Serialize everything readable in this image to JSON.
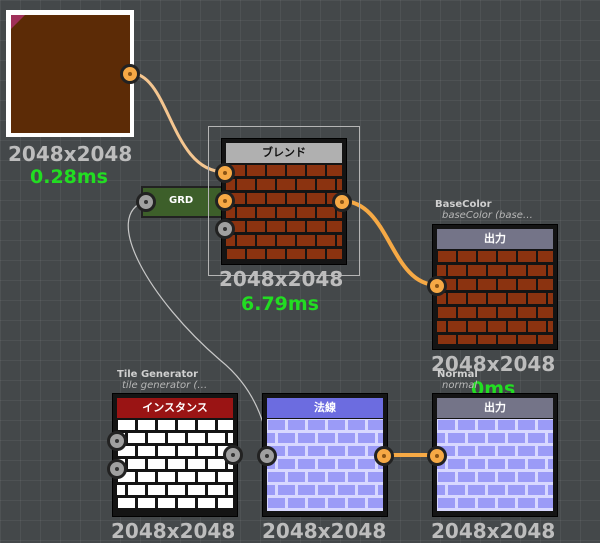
{
  "colors": {
    "canvas": "#44484a",
    "port_orange": "#f6a945",
    "port_gray": "#a0a0a0",
    "wire_orange": "#f6a945",
    "wire_light": "#f5c690",
    "time_green": "#22dd22",
    "brick_brown": "#8b3310",
    "mortar_dark": "#141414",
    "normal_blue": "#9b9bf7",
    "header_gray": "#b0b0b0",
    "header_red": "#9a1414",
    "header_blue": "#6c6ce0",
    "header_slate": "#747488"
  },
  "nodes": {
    "color_source": {
      "resolution": "2048x2048",
      "time": "0.28ms"
    },
    "blend": {
      "title": "ブレンド",
      "resolution": "2048x2048",
      "time": "6.79ms"
    },
    "grd": {
      "label": "GRD"
    },
    "base_output": {
      "caption": "BaseColor",
      "subcaption": "baseColor (base…",
      "title": "出力",
      "resolution": "2048x2048",
      "time": "0ms"
    },
    "tile_generator": {
      "caption": "Tile Generator",
      "subcaption": "tile generator (…",
      "title": "インスタンス",
      "resolution": "2048x2048"
    },
    "normal": {
      "title": "法線",
      "resolution": "2048x2048"
    },
    "normal_output": {
      "caption": "Normal",
      "subcaption": "normal",
      "title": "出力",
      "resolution": "2048x2048"
    }
  }
}
